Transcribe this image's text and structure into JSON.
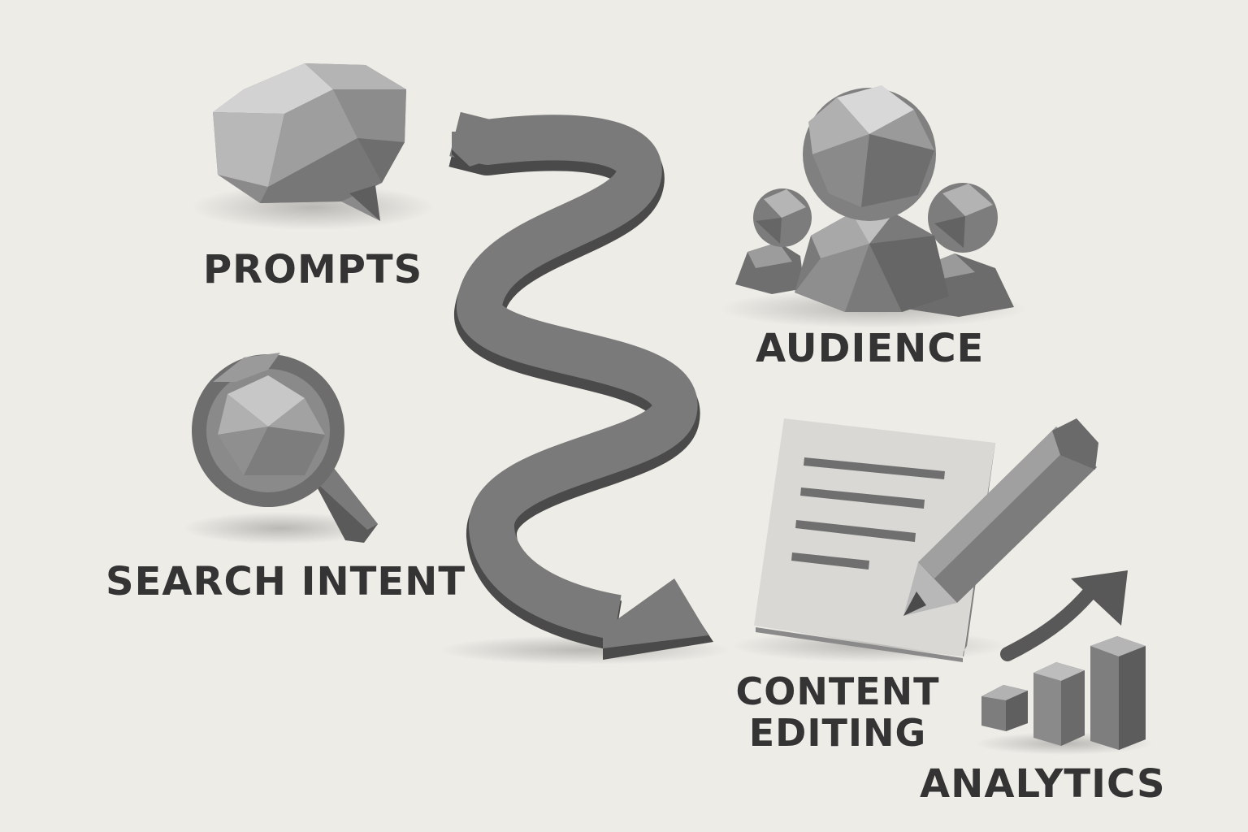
{
  "labels": {
    "prompts": "PROMPTS",
    "audience": "AUDIENCE",
    "search_intent": "SEARCH INTENT",
    "content_editing": [
      "CONTENT",
      "EDITING"
    ],
    "analytics": "ANALYTICS"
  },
  "icons": {
    "prompts": "speech-bubble-icon",
    "audience": "people-group-icon",
    "search_intent": "magnifying-glass-icon",
    "content_editing": "document-pencil-icon",
    "analytics": "growth-bar-chart-icon",
    "flow": "winding-arrow"
  },
  "colors": {
    "background": "#eeece7",
    "text": "#343434",
    "object_gray": "#7a7a7a"
  }
}
